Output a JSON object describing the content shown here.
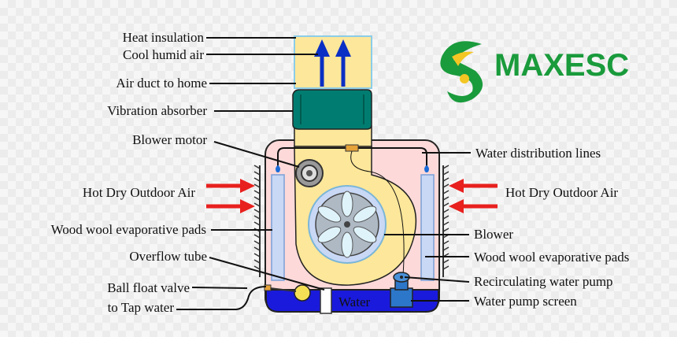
{
  "labels": {
    "heat_insulation": "Heat insulation",
    "cool_humid_air": "Cool humid air",
    "air_duct": "Air duct to home",
    "vibration_absorber": "Vibration absorber",
    "blower_motor": "Blower motor",
    "hot_dry_left": "Hot Dry Outdoor Air",
    "pads_left": "Wood wool evaporative pads",
    "overflow_tube": "Overflow tube",
    "ball_float": "Ball float valve",
    "tap_water": "to Tap water",
    "water": "Water",
    "water_lines": "Water distribution lines",
    "hot_dry_right": "Hot Dry Outdoor Air",
    "blower": "Blower",
    "pads_right": "Wood wool evaporative pads",
    "recirc_pump": "Recirculating water pump",
    "pump_screen": "Water pump screen"
  },
  "logo": {
    "text": "MAXESC"
  },
  "colors": {
    "duct": "#fde79a",
    "absorber": "#007d70",
    "housing": "#fdd9d9",
    "pad": "#c9d8f5",
    "water": "#1a1adc",
    "arrow_red": "#e8201e",
    "arrow_blue": "#0a2fc4",
    "logo_green": "#1a9b3c"
  }
}
